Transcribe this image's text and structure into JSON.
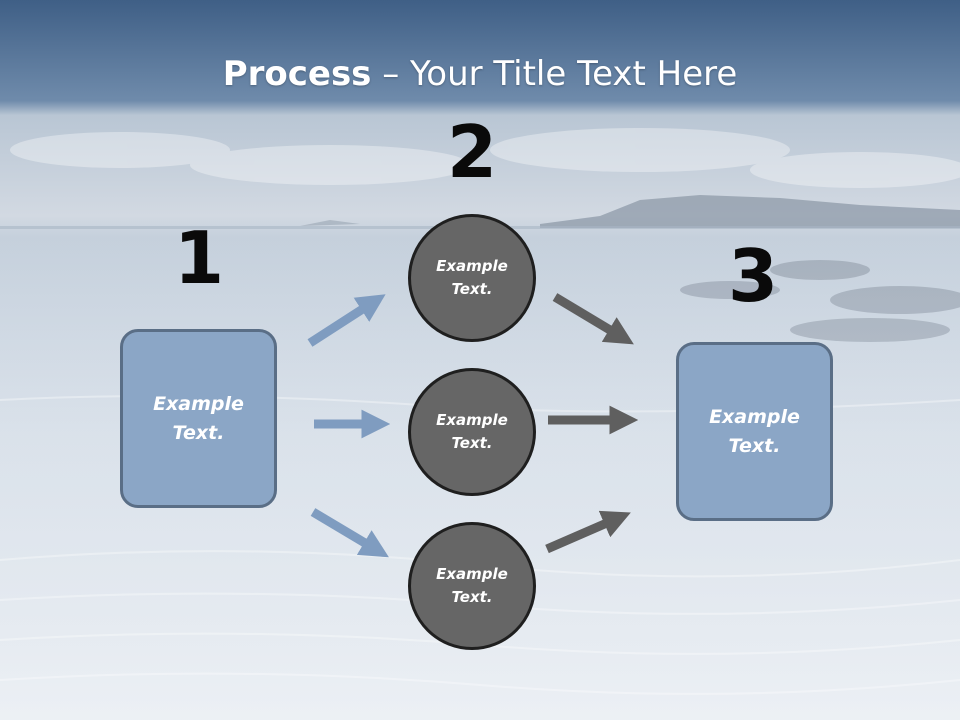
{
  "slide": {
    "title_bold": "Process",
    "title_rest": " – Your Title Text Here"
  },
  "steps": {
    "step1_number": "1",
    "step2_number": "2",
    "step3_number": "3"
  },
  "nodes": {
    "left_box": "Example Text.",
    "circle_top": "Example Text.",
    "circle_middle": "Example Text.",
    "circle_bottom": "Example Text.",
    "right_box": "Example Text."
  },
  "colors": {
    "header_band": "#4f6f94",
    "box_fill": "#8ba6c6",
    "box_border": "#5a6e86",
    "circle_fill": "#666666",
    "circle_border": "#1f1f1f",
    "blue_arrow": "#7f9cc0",
    "gray_arrow": "#5f5f5f",
    "number_color": "#0a0a0a"
  },
  "background": {
    "description_icon": "seascape-background"
  }
}
